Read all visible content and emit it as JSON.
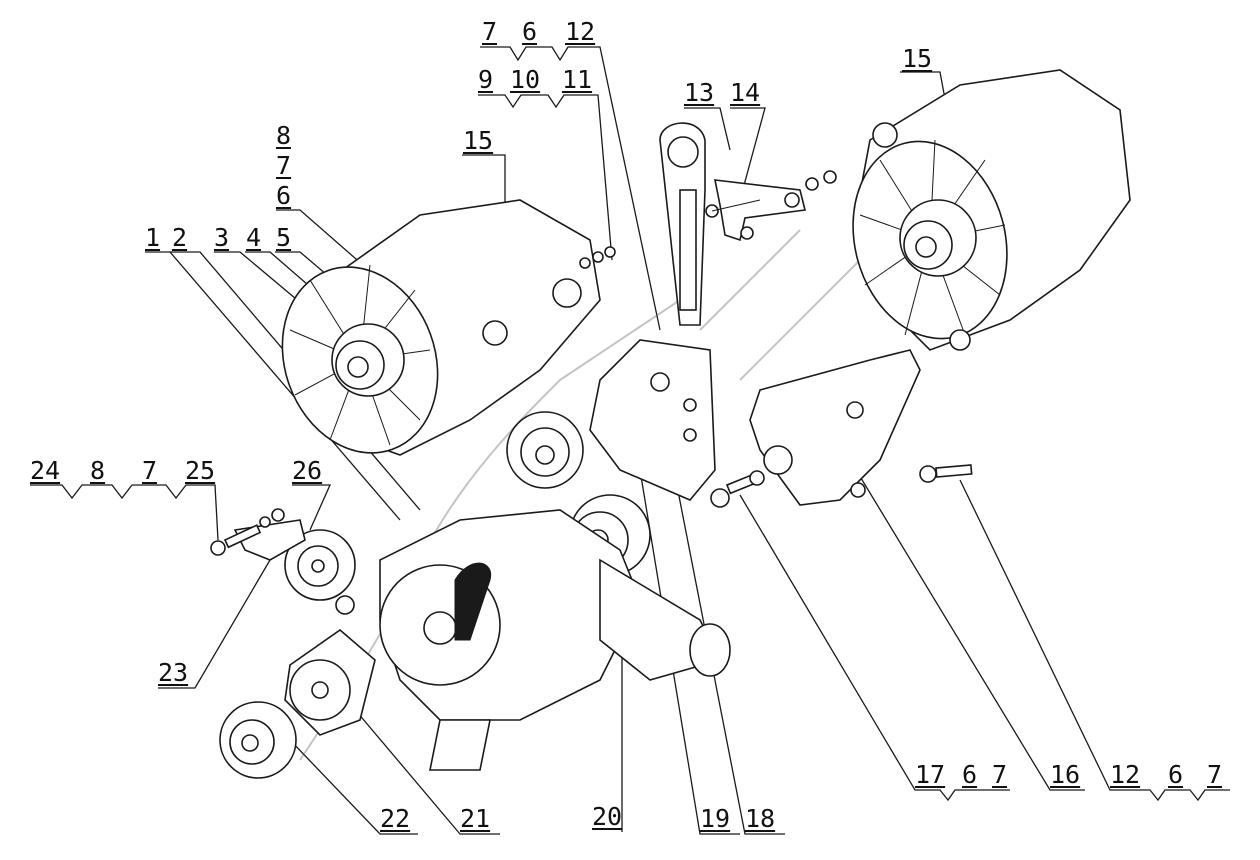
{
  "callouts": [
    {
      "key": "c7a",
      "text": "7"
    },
    {
      "key": "c6a",
      "text": "6"
    },
    {
      "key": "c12a",
      "text": "12"
    },
    {
      "key": "c9",
      "text": "9"
    },
    {
      "key": "c10",
      "text": "10"
    },
    {
      "key": "c11",
      "text": "11"
    },
    {
      "key": "c13",
      "text": "13"
    },
    {
      "key": "c14",
      "text": "14"
    },
    {
      "key": "c15a",
      "text": "15"
    },
    {
      "key": "c15b",
      "text": "15"
    },
    {
      "key": "c8a",
      "text": "8"
    },
    {
      "key": "c7b",
      "text": "7"
    },
    {
      "key": "c6b",
      "text": "6"
    },
    {
      "key": "c1",
      "text": "1"
    },
    {
      "key": "c2",
      "text": "2"
    },
    {
      "key": "c3",
      "text": "3"
    },
    {
      "key": "c4",
      "text": "4"
    },
    {
      "key": "c5",
      "text": "5"
    },
    {
      "key": "c24",
      "text": "24"
    },
    {
      "key": "c8b",
      "text": "8"
    },
    {
      "key": "c7c",
      "text": "7"
    },
    {
      "key": "c25",
      "text": "25"
    },
    {
      "key": "c26",
      "text": "26"
    },
    {
      "key": "c23",
      "text": "23"
    },
    {
      "key": "c22",
      "text": "22"
    },
    {
      "key": "c21",
      "text": "21"
    },
    {
      "key": "c20",
      "text": "20"
    },
    {
      "key": "c19",
      "text": "19"
    },
    {
      "key": "c18",
      "text": "18"
    },
    {
      "key": "c17",
      "text": "17"
    },
    {
      "key": "c6c",
      "text": "6"
    },
    {
      "key": "c7d",
      "text": "7"
    },
    {
      "key": "c16",
      "text": "16"
    },
    {
      "key": "c12b",
      "text": "12"
    },
    {
      "key": "c6d",
      "text": "6"
    },
    {
      "key": "c7e",
      "text": "7"
    }
  ]
}
